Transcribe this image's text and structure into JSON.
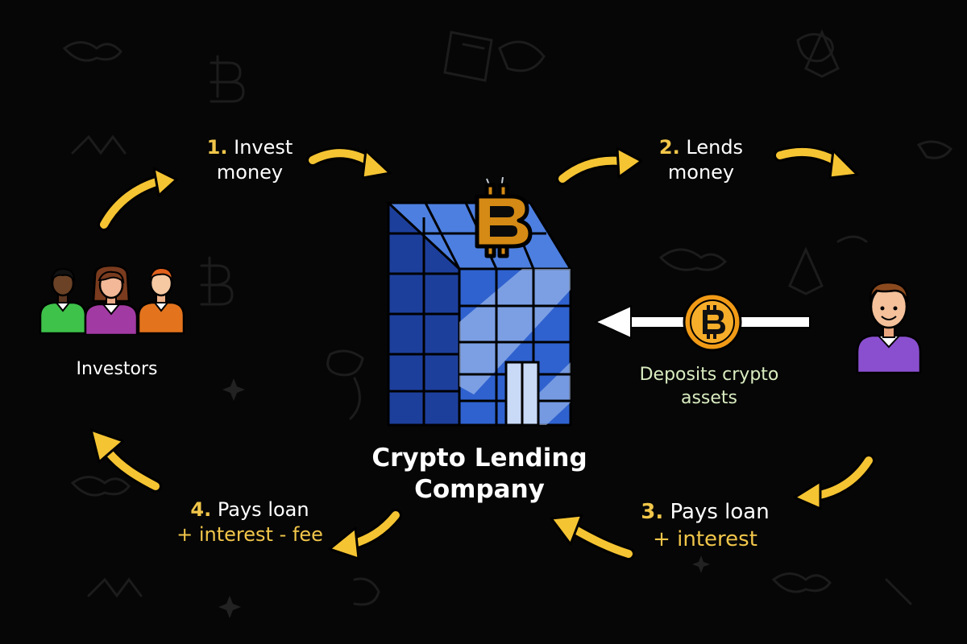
{
  "diagram": {
    "center_title_line1": "Crypto Lending",
    "center_title_line2": "Company",
    "investors_label": "Investors",
    "deposit_label_line1": "Deposits crypto",
    "deposit_label_line2": "assets",
    "steps": [
      {
        "num": "1.",
        "text": "Invest",
        "line2": "money"
      },
      {
        "num": "2.",
        "text": "Lends",
        "line2": "money"
      },
      {
        "num": "3.",
        "text": "Pays loan",
        "line2": "+ interest"
      },
      {
        "num": "4.",
        "text": "Pays loan",
        "line2": "+ interest - fee"
      }
    ]
  },
  "colors": {
    "background": "#060606",
    "accent_yellow": "#f5c432",
    "building_blue": "#1f4fb5",
    "building_light": "#6f96e8",
    "bitcoin_gold": "#d48a14",
    "text_white": "#ffffff"
  },
  "icons": {
    "company": "building-icon",
    "coin": "bitcoin-icon",
    "investors": "investors-group-icon",
    "borrower": "borrower-person-icon"
  }
}
